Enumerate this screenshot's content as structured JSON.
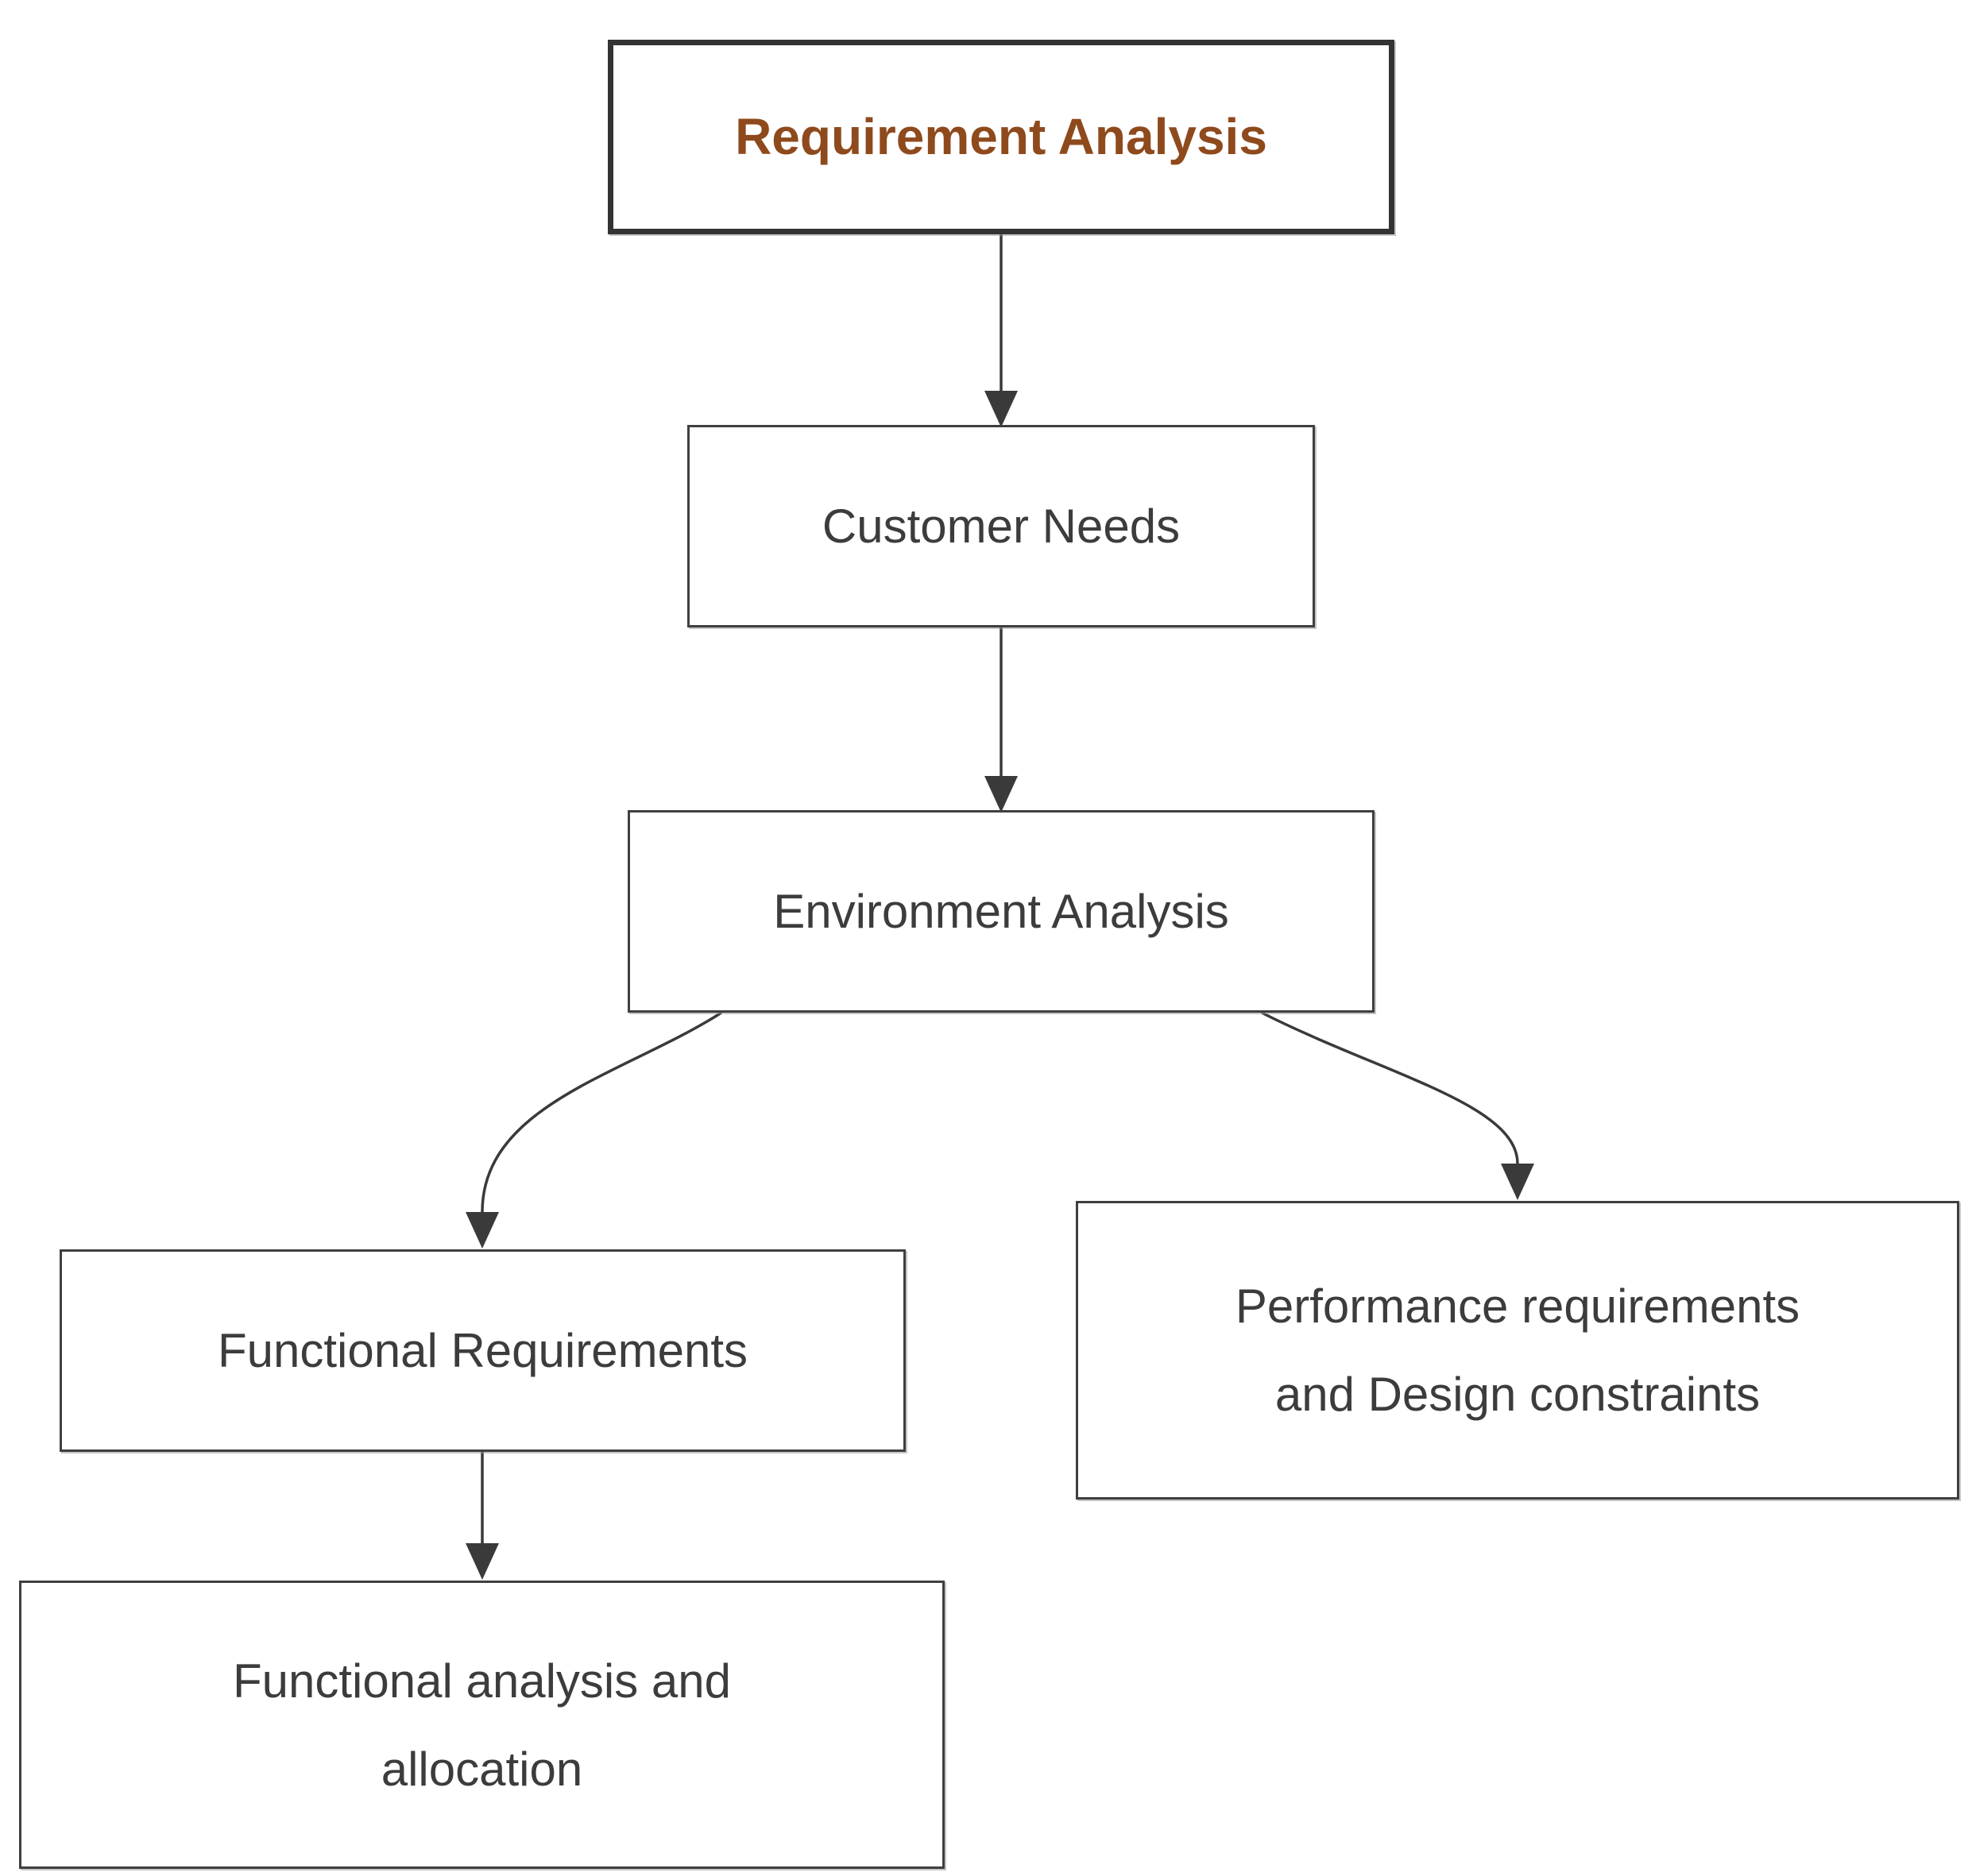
{
  "diagram": {
    "type": "flowchart",
    "colors": {
      "background": "#ffffff",
      "line": "#3a3a3a",
      "node_border": "#3f3f3f",
      "node_text": "#3c3c3c",
      "title_border": "#333333",
      "title_text": "#8e4a1d"
    },
    "nodes": [
      {
        "id": "requirement-analysis",
        "style": "title",
        "lines": [
          "Requirement Analysis"
        ]
      },
      {
        "id": "customer-needs",
        "lines": [
          "Customer Needs"
        ]
      },
      {
        "id": "environment-analysis",
        "lines": [
          "Environment Analysis"
        ]
      },
      {
        "id": "functional-requirements",
        "lines": [
          "Functional Requirements"
        ]
      },
      {
        "id": "performance-requirements-design-constraints",
        "lines": [
          "Performance requirements",
          "and Design constraints"
        ]
      },
      {
        "id": "functional-analysis-allocation",
        "lines": [
          "Functional analysis and",
          "allocation"
        ]
      }
    ],
    "edges": [
      {
        "from": "requirement-analysis",
        "to": "customer-needs",
        "shape": "straight"
      },
      {
        "from": "customer-needs",
        "to": "environment-analysis",
        "shape": "straight"
      },
      {
        "from": "environment-analysis",
        "to": "functional-requirements",
        "shape": "curved"
      },
      {
        "from": "environment-analysis",
        "to": "performance-requirements-design-constraints",
        "shape": "curved"
      },
      {
        "from": "functional-requirements",
        "to": "functional-analysis-allocation",
        "shape": "straight"
      }
    ]
  }
}
